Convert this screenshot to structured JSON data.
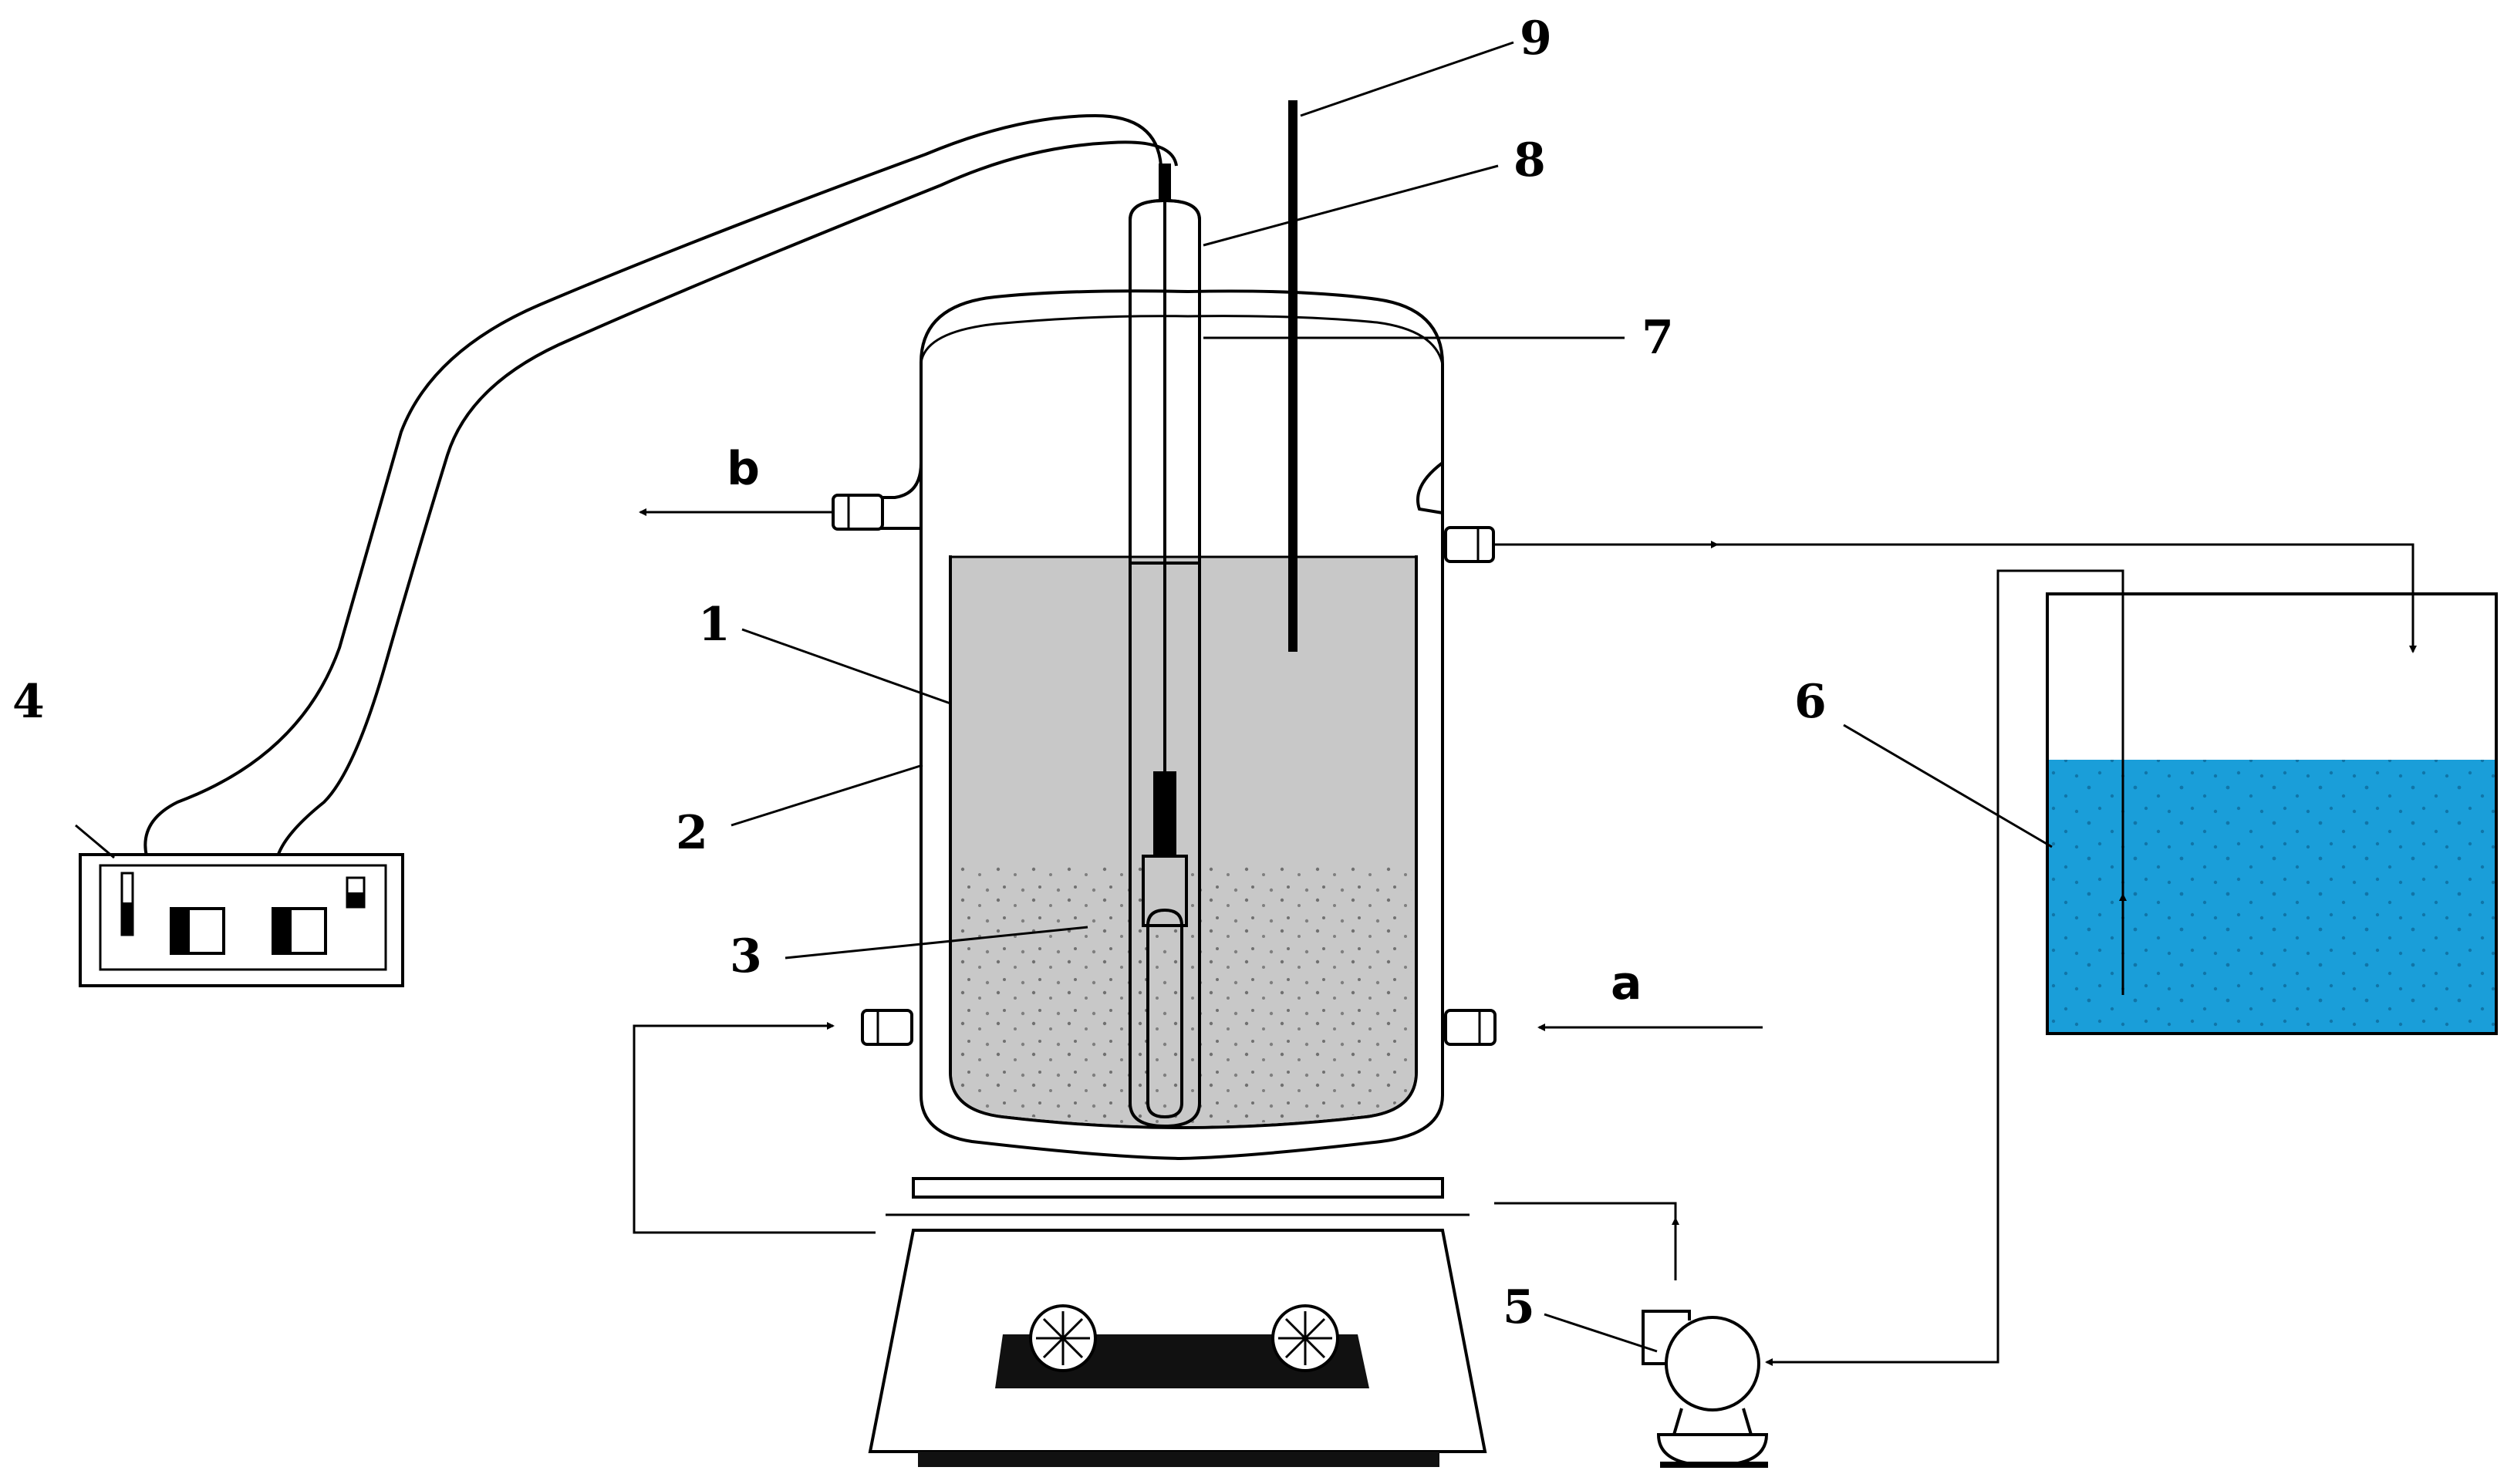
{
  "labels": {
    "l1": "1",
    "l2": "2",
    "l3": "3",
    "l4": "4",
    "l5": "5",
    "l6": "6",
    "l7": "7",
    "l8": "8",
    "l9": "9",
    "a": "a",
    "b": "b"
  },
  "colors": {
    "solution": "#c8c8c8",
    "water": "#1a9ed9",
    "line": "#000000",
    "stir_base": "#111111"
  },
  "icons": {
    "flow_arrow": "arrowhead",
    "stir_knob": "knob-icon"
  }
}
